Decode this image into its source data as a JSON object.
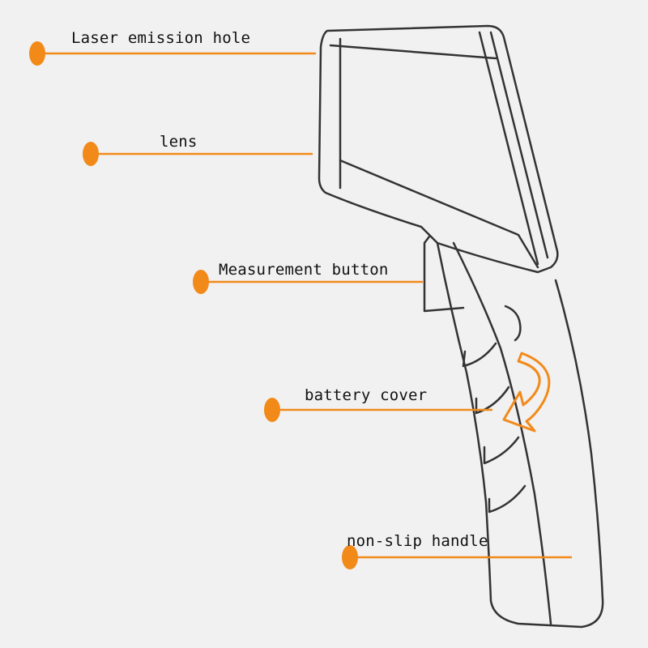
{
  "colors": {
    "accent": "#f28a1a",
    "outline": "#333333",
    "background": "#f1f1f1"
  },
  "callouts": [
    {
      "label": "Laser emission hole"
    },
    {
      "label": "lens"
    },
    {
      "label": "Measurement button"
    },
    {
      "label": "battery cover"
    },
    {
      "label": "non-slip handle"
    }
  ]
}
